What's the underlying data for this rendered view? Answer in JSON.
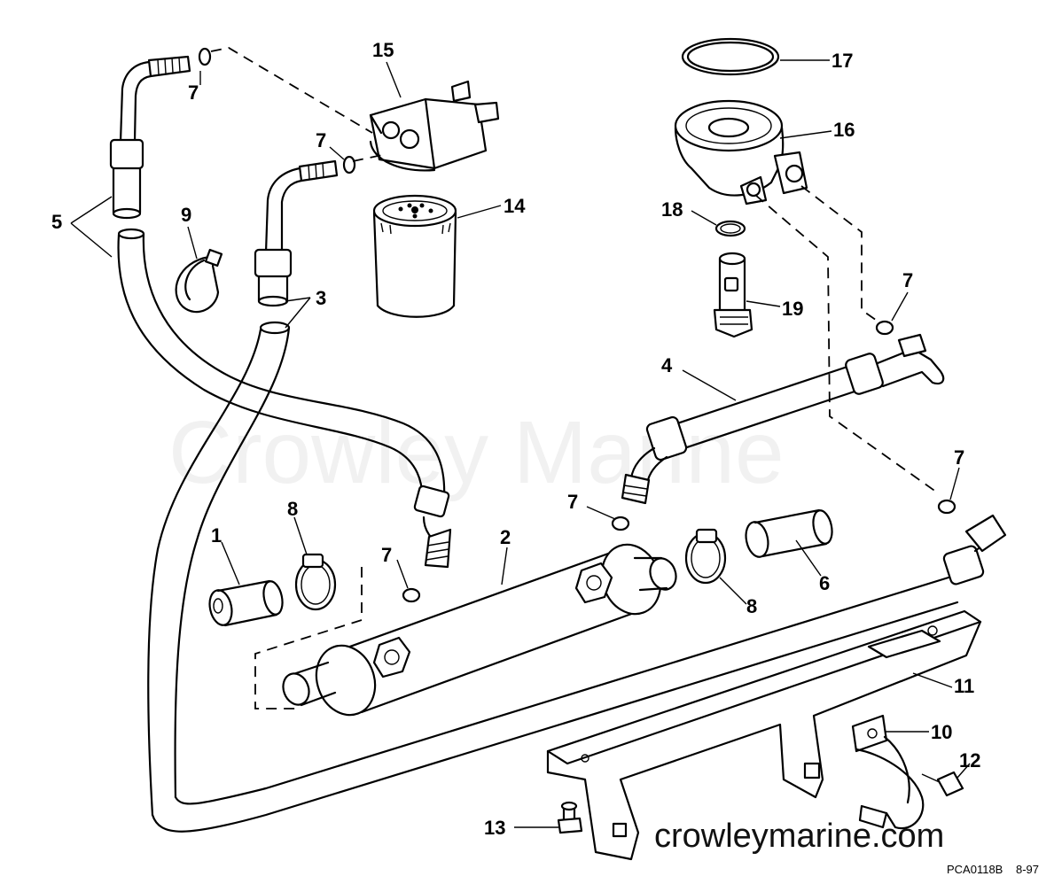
{
  "watermark": "Crowley Marine",
  "site_url": "crowleymarine.com",
  "figure_code": "PCA0118B",
  "figure_date": "8-97",
  "callouts": {
    "n1": "1",
    "n2": "2",
    "n3": "3",
    "n4": "4",
    "n5": "5",
    "n6": "6",
    "n7": "7",
    "n8": "8",
    "n9": "9",
    "n10": "10",
    "n11": "11",
    "n12": "12",
    "n13": "13",
    "n14": "14",
    "n15": "15",
    "n16": "16",
    "n17": "17",
    "n18": "18",
    "n19": "19"
  }
}
